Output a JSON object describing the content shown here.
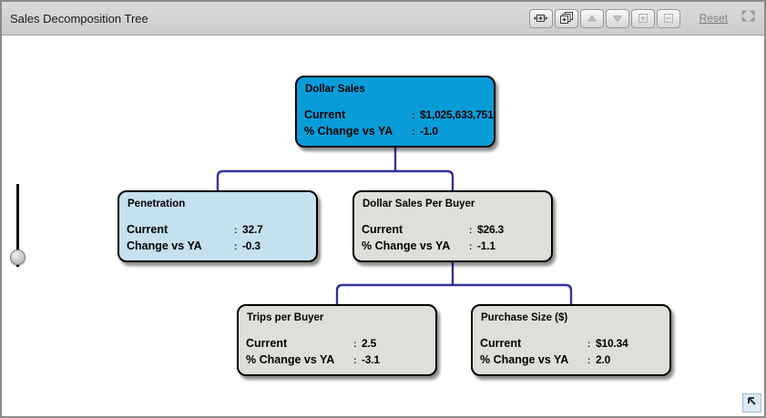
{
  "header": {
    "title": "Sales Decomposition Tree",
    "toolbar": {
      "reset_label": "Reset",
      "buttons": [
        {
          "name": "expand-node-width",
          "icon": "box-plus-horizontal-arrows-icon",
          "enabled": true
        },
        {
          "name": "expand-all-levels",
          "icon": "cascade-plus-icon",
          "enabled": true
        },
        {
          "name": "collapse-up",
          "icon": "triangle-up-icon",
          "enabled": false
        },
        {
          "name": "expand-down",
          "icon": "triangle-down-icon",
          "enabled": false
        },
        {
          "name": "zoom-in",
          "icon": "plus-box-icon",
          "enabled": false
        },
        {
          "name": "zoom-out",
          "icon": "minus-box-icon",
          "enabled": false
        }
      ],
      "maximize_icon": "four-corner-arrows-icon"
    }
  },
  "separator": ":",
  "tree": {
    "nodes": [
      {
        "id": "dollar-sales",
        "title": "Dollar Sales",
        "variant": "primary",
        "rows": [
          {
            "label": "Current",
            "value": "$1,025,633,751"
          },
          {
            "label": "% Change vs YA",
            "value": "-1.0"
          }
        ]
      },
      {
        "id": "penetration",
        "title": "Penetration",
        "variant": "highlight",
        "rows": [
          {
            "label": "Current",
            "value": "32.7"
          },
          {
            "label": "Change vs YA",
            "value": "-0.3"
          }
        ]
      },
      {
        "id": "dollar-sales-per-buyer",
        "title": "Dollar Sales Per Buyer",
        "variant": "default",
        "rows": [
          {
            "label": "Current",
            "value": "$26.3"
          },
          {
            "label": "% Change vs YA",
            "value": "-1.1"
          }
        ]
      },
      {
        "id": "trips-per-buyer",
        "title": "Trips per Buyer",
        "variant": "default",
        "rows": [
          {
            "label": "Current",
            "value": "2.5"
          },
          {
            "label": "% Change vs YA",
            "value": "-3.1"
          }
        ]
      },
      {
        "id": "purchase-size",
        "title": "Purchase Size ($)",
        "variant": "default",
        "rows": [
          {
            "label": "Current",
            "value": "$10.34"
          },
          {
            "label": "% Change vs YA",
            "value": "2.0"
          }
        ]
      }
    ]
  },
  "corner_button_icon": "arrow-up-left-icon",
  "colors": {
    "node_primary": "#089DD9",
    "node_highlight": "#C5E0EE",
    "node_default": "#DFDFDA",
    "connector": "#32329E",
    "header_text": "#1A1A1A"
  }
}
